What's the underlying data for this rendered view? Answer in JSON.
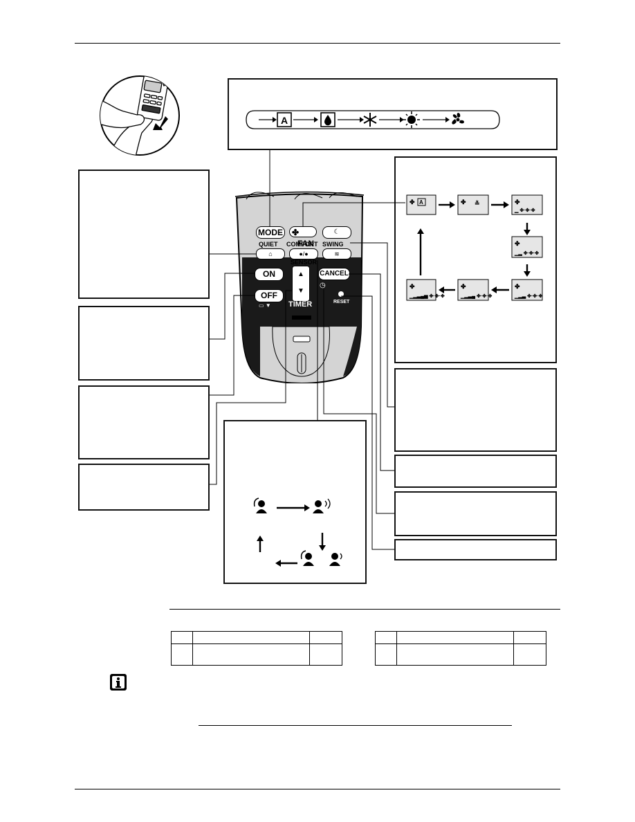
{
  "remote": {
    "mode_label": "MODE",
    "fan_label": "FAN",
    "quiet_label": "QUIET",
    "comfort_label": "COMFORT",
    "sensor_label": "SENSOR",
    "swing_label": "SWING",
    "on_label": "ON",
    "off_label": "OFF",
    "cancel_label": "CANCEL",
    "timer_label": "TIMER",
    "reset_label": "RESET"
  },
  "mode_cycle": {
    "auto_letter": "A",
    "modes": [
      "auto-mode-icon",
      "dry-mode-icon",
      "cool-mode-icon",
      "heat-mode-icon",
      "fan-mode-icon"
    ]
  },
  "icons": {
    "info": "info-icon",
    "hand": "hand-pressing-remote-icon"
  },
  "colors": {
    "lcd_panel": "#e6e6e6",
    "remote_body": "#d4d4d4",
    "remote_dark": "#1a1a1a"
  }
}
